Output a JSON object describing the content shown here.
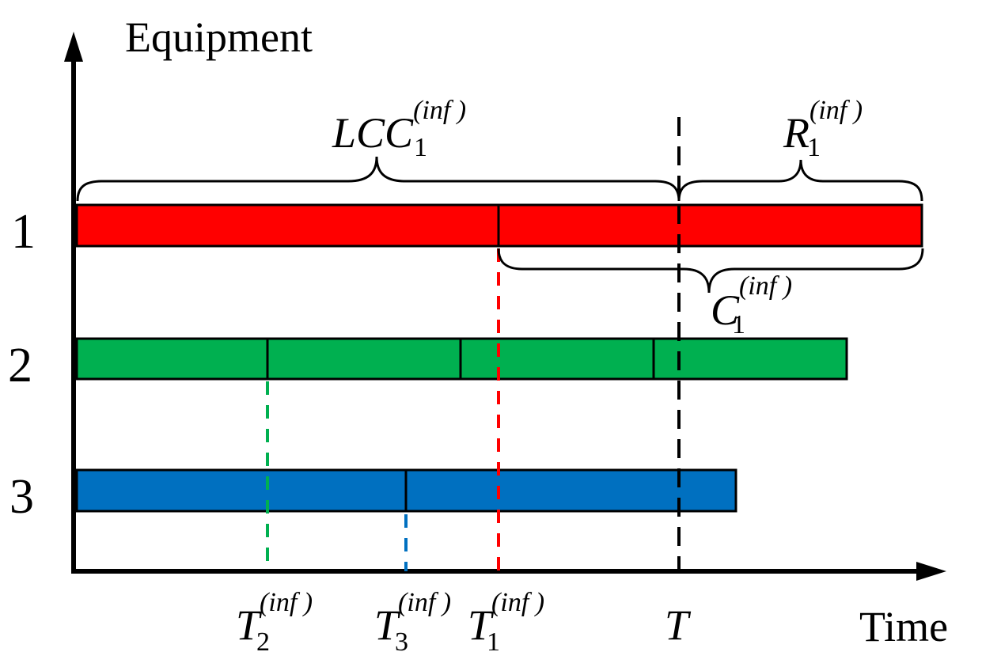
{
  "axes": {
    "y_label": "Equipment",
    "x_label": "Time"
  },
  "equipment": [
    {
      "label": "1",
      "color": "#ff0000"
    },
    {
      "label": "2",
      "color": "#00b050"
    },
    {
      "label": "3",
      "color": "#0070c0"
    }
  ],
  "markers": [
    {
      "main": "T",
      "sub": "2",
      "sup": "(inf )",
      "line_color": "#00b050"
    },
    {
      "main": "T",
      "sub": "3",
      "sup": "(inf )",
      "line_color": "#0070c0"
    },
    {
      "main": "T",
      "sub": "1",
      "sup": "(inf )",
      "line_color": "#ff0000"
    },
    {
      "main": "T",
      "line_color": "#000000"
    }
  ],
  "braces": {
    "lcc": {
      "main": "LCC",
      "sub": "1",
      "sup": "(inf )"
    },
    "r": {
      "main": "R",
      "sub": "1",
      "sup": "(inf )"
    },
    "c": {
      "main": "C",
      "sub": "1",
      "sup": "(inf )"
    }
  }
}
